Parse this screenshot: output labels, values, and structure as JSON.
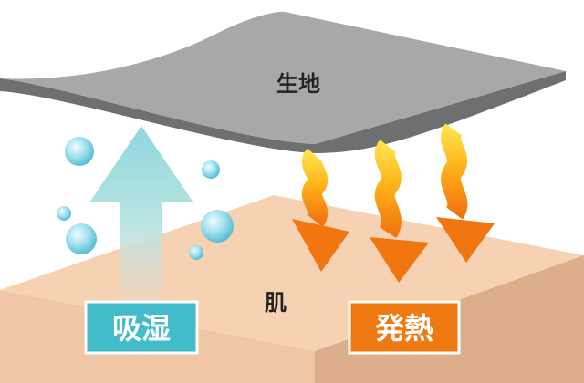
{
  "labels": {
    "fabric": "生地",
    "skin": "肌",
    "moisture": "吸湿",
    "heat": "発熱"
  },
  "colors": {
    "fabric_top": "#a7a8aa",
    "fabric_edge": "#6e6f71",
    "skin_top": "#f6d2b3",
    "skin_front": "#eec5a3",
    "skin_side": "#dcae8b",
    "moisture_badge": "#43bcc9",
    "heat_badge": "#f07a12",
    "label_text": "#222222",
    "badge_text": "#ffffff"
  },
  "icons": {
    "moisture_arrow": "up-arrow-icon",
    "heat_arrows": "wavy-down-arrow-icon",
    "droplets": "water-droplet-icon"
  }
}
